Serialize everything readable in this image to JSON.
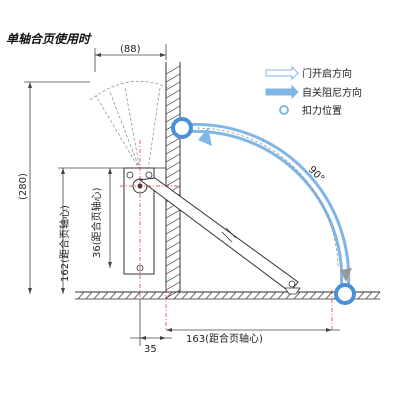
{
  "title": "单轴合页使用时",
  "legend": {
    "door_open": "门开启方向",
    "self_close_damping": "自关阻尼方向",
    "force_point": "扣力位置"
  },
  "dimensions": {
    "top_width": "(88)",
    "total_height": "(280)",
    "height_to_axis": "162(距合页轴心)",
    "arm_height": "36(距合页轴心)",
    "offset_35": "35",
    "horizontal_to_axis": "163(距合页轴心)"
  },
  "angle_label": "90°",
  "colors": {
    "door_open_arrow": "#ffffff",
    "damping_arrow": "#7fb6e6",
    "force_point": "#4a90d9",
    "wall": "#333333",
    "red_line": "#dd2233"
  }
}
